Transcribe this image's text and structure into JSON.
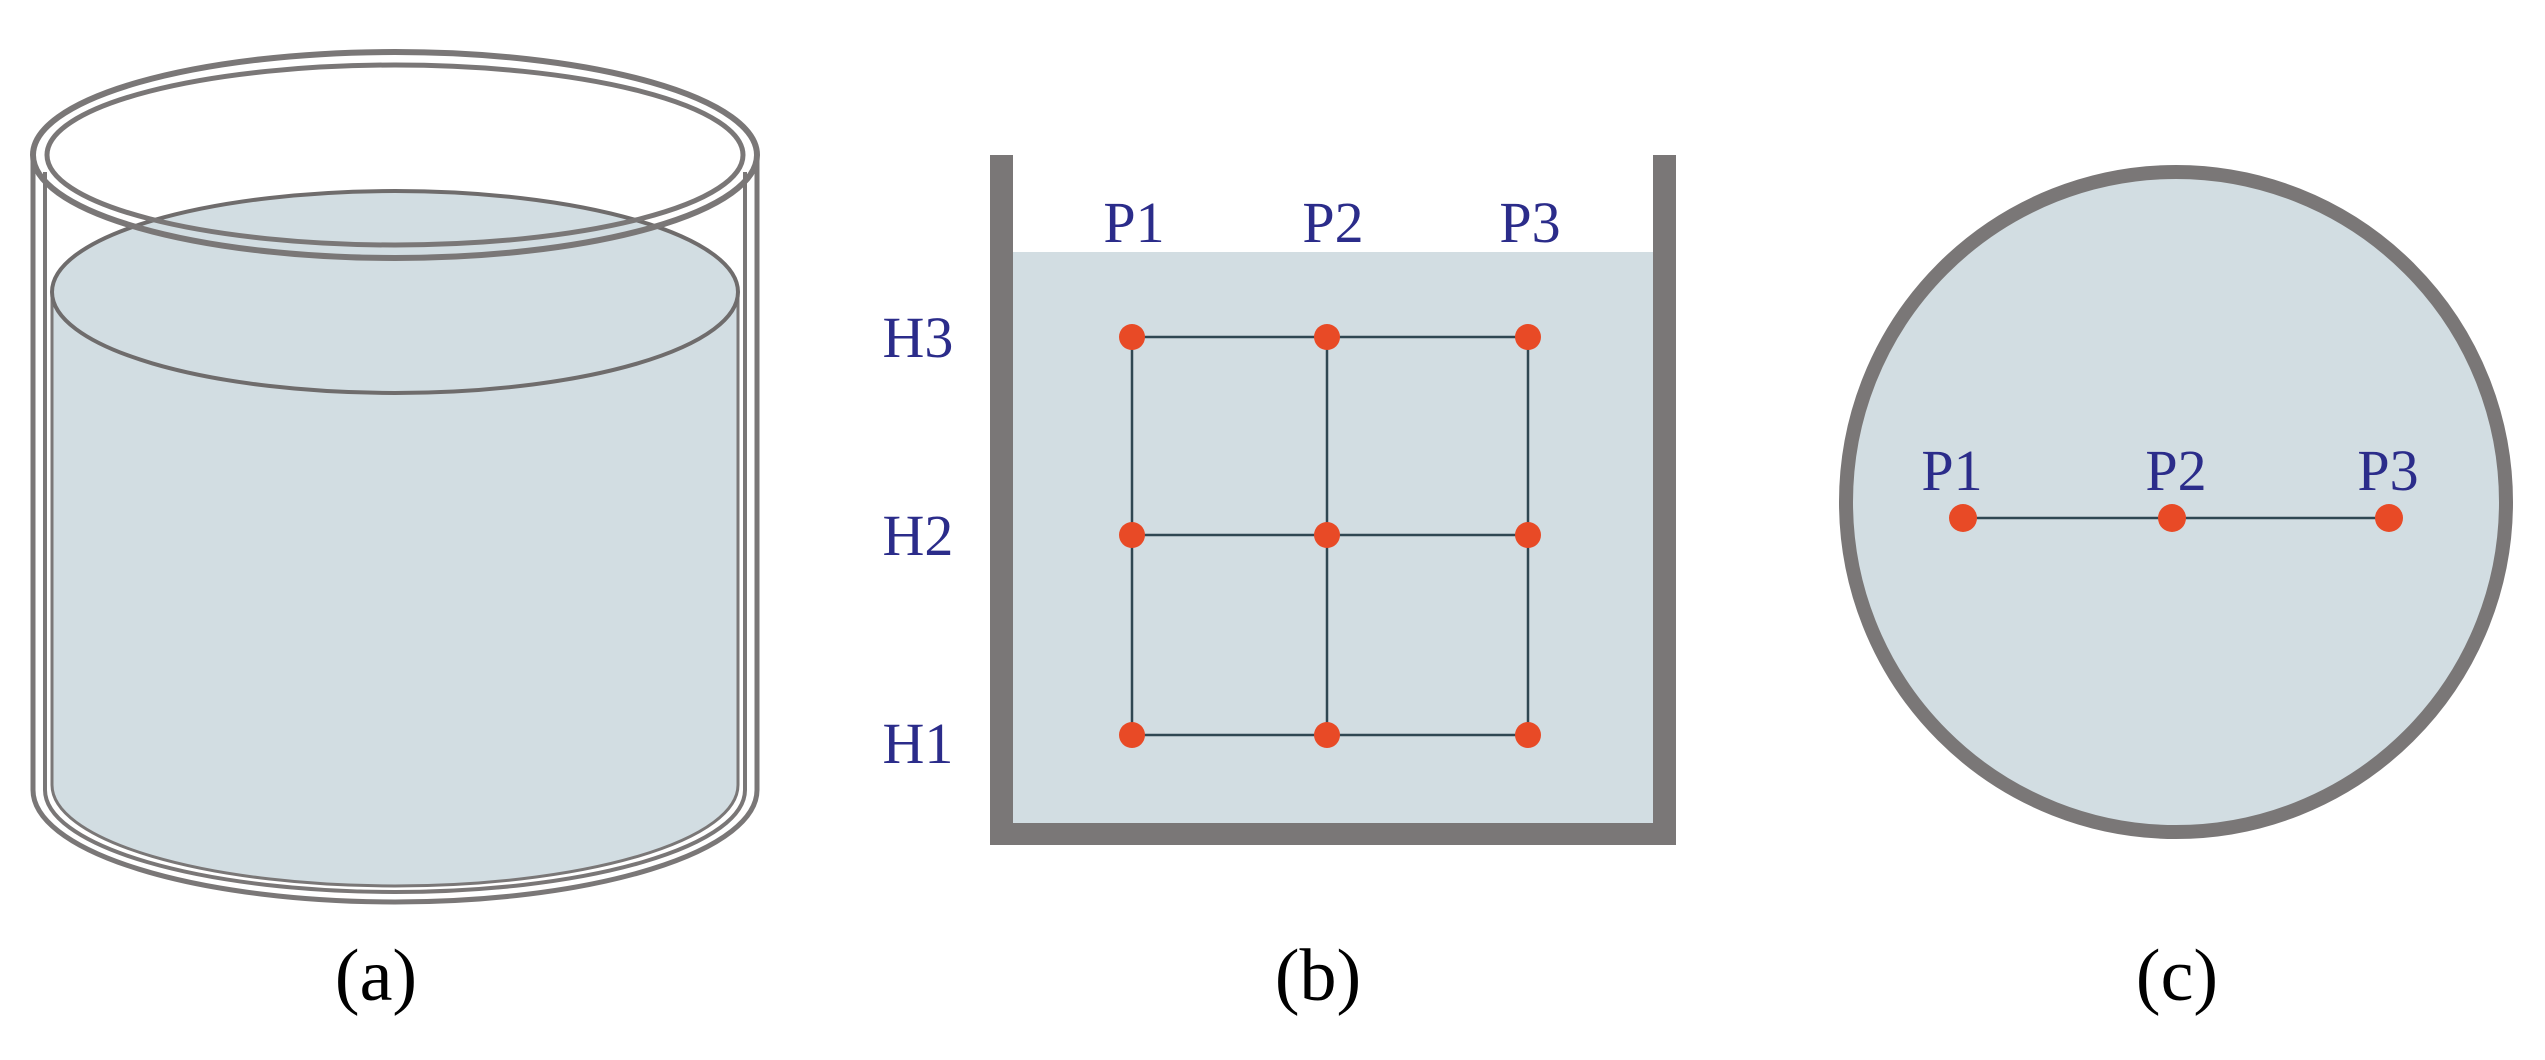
{
  "colors": {
    "water": "#d2dde2",
    "container": "#7a7777",
    "container_dark": "#5e5b5b",
    "grid_line": "#2f4752",
    "sensor_point": "#e84a26",
    "label_text": "#2b2c8a",
    "caption_text": "#000000",
    "glass_white": "#ffffff"
  },
  "panels": {
    "a": {
      "caption": "(a)"
    },
    "b": {
      "caption": "(b)",
      "columns": [
        "P1",
        "P2",
        "P3"
      ],
      "rows": [
        "H3",
        "H2",
        "H1"
      ]
    },
    "c": {
      "caption": "(c)",
      "points": [
        "P1",
        "P2",
        "P3"
      ]
    }
  }
}
